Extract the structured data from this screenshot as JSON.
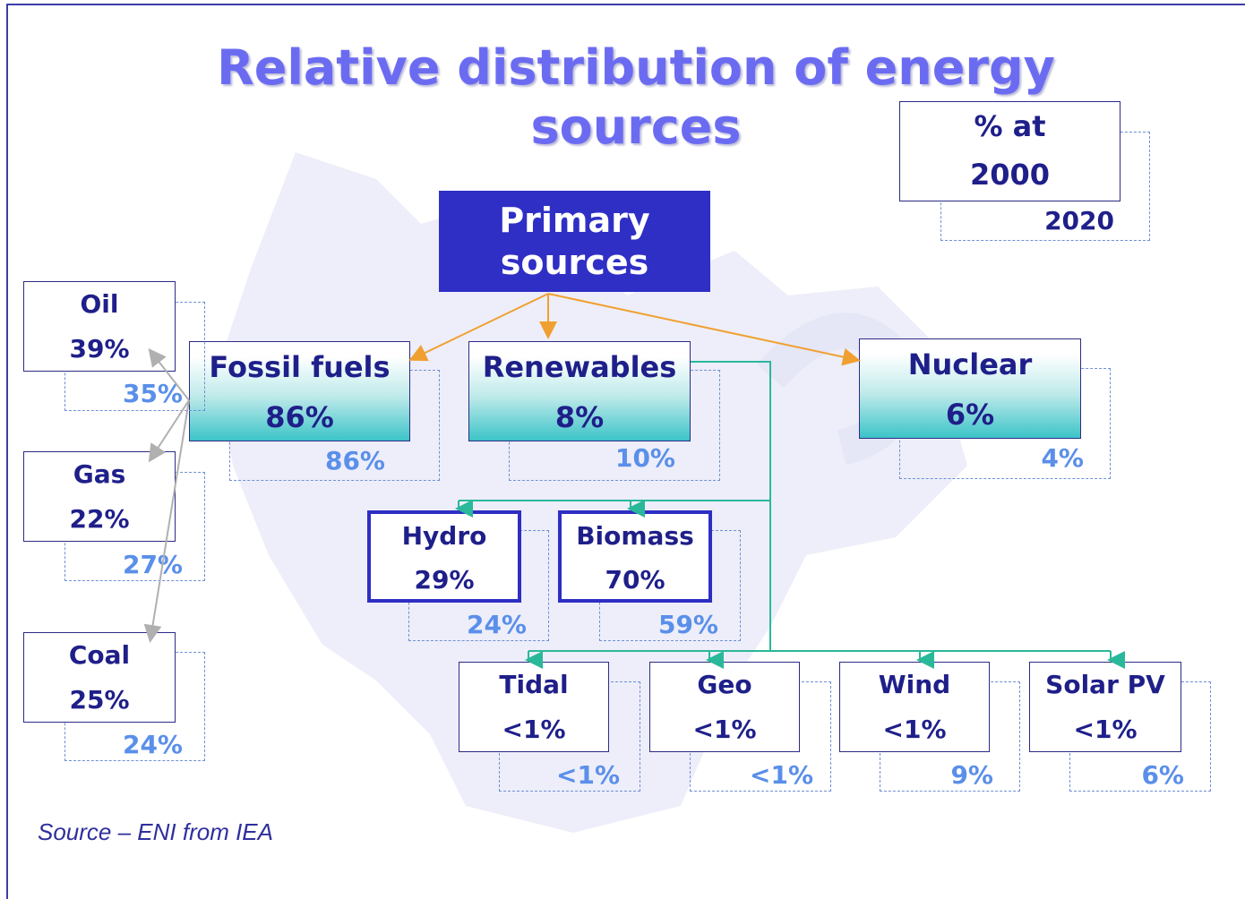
{
  "title_line1": "Relative distribution of energy",
  "title_line2": "sources",
  "legend": {
    "line1": "% at",
    "line2": "2000",
    "ghost": "2020"
  },
  "primary": {
    "line1": "Primary",
    "line2": "sources"
  },
  "fossil": {
    "label": "Fossil fuels",
    "v2000": "86%",
    "v2020": "86%"
  },
  "renewables": {
    "label": "Renewables",
    "v2000": "8%",
    "v2020": "10%"
  },
  "nuclear": {
    "label": "Nuclear",
    "v2000": "6%",
    "v2020": "4%"
  },
  "oil": {
    "label": "Oil",
    "v2000": "39%",
    "v2020": "35%"
  },
  "gas": {
    "label": "Gas",
    "v2000": "22%",
    "v2020": "27%"
  },
  "coal": {
    "label": "Coal",
    "v2000": "25%",
    "v2020": "24%"
  },
  "hydro": {
    "label": "Hydro",
    "v2000": "29%",
    "v2020": "24%"
  },
  "biomass": {
    "label": "Biomass",
    "v2000": "70%",
    "v2020": "59%"
  },
  "tidal": {
    "label": "Tidal",
    "v2000": "<1%",
    "v2020": "<1%"
  },
  "geo": {
    "label": "Geo",
    "v2000": "<1%",
    "v2020": "<1%"
  },
  "wind": {
    "label": "Wind",
    "v2000": "<1%",
    "v2020": "9%"
  },
  "solar": {
    "label": "Solar PV",
    "v2000": "<1%",
    "v2020": "6%"
  },
  "source": "Source – ENI from IEA",
  "colors": {
    "title": "#6b6bf2",
    "primary": "#2f2fc6",
    "orange_arrow": "#f0a030",
    "green_line": "#2ab89a",
    "grey_arrow": "#b0b0b0"
  }
}
